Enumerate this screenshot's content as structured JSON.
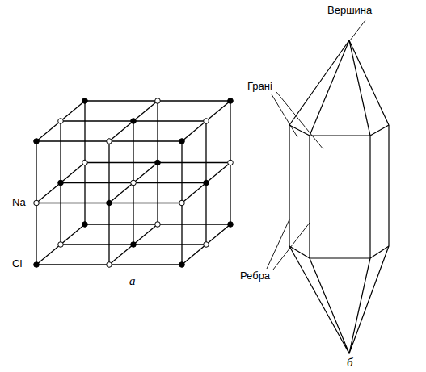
{
  "diagram": {
    "labels": [
      "Na",
      "Cl",
      "а",
      "Вершина",
      "Грані",
      "Ребра",
      "б"
    ]
  }
}
